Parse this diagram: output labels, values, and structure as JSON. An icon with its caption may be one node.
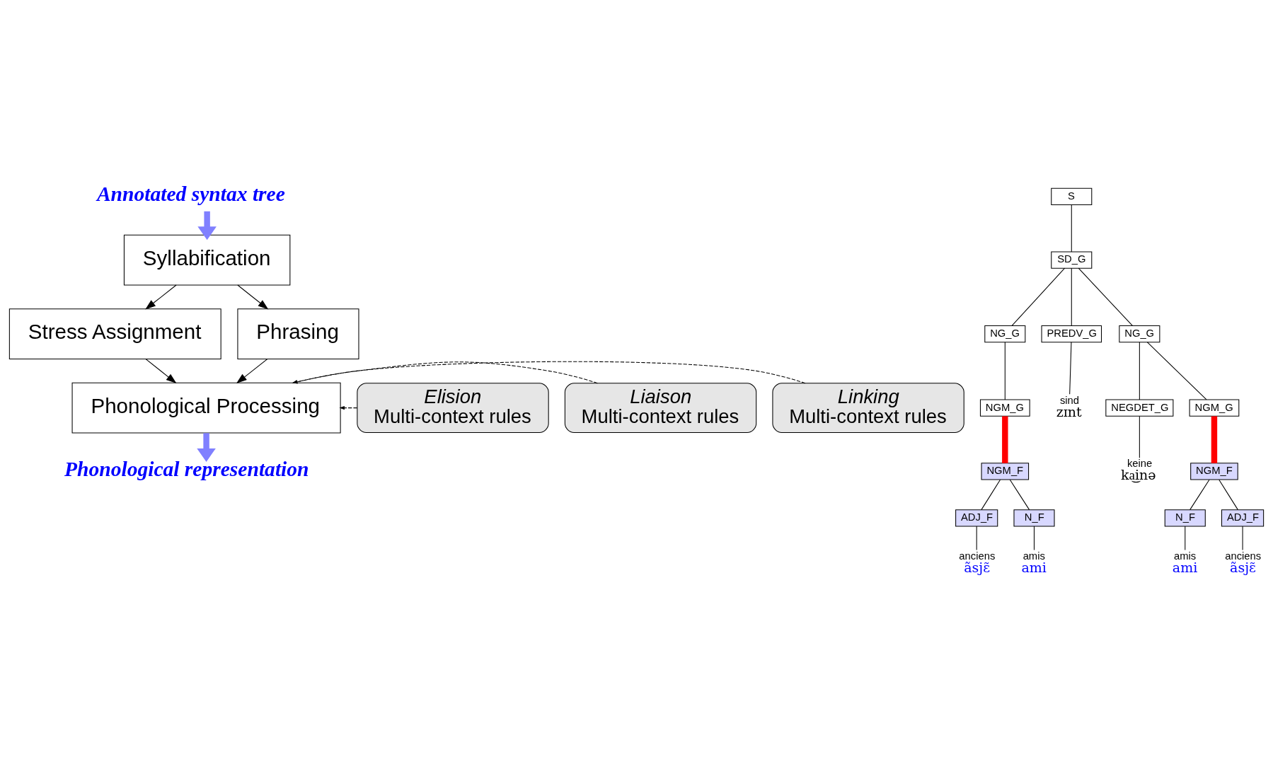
{
  "diagram": {
    "nodes": [
      {
        "text": [
          "Annotated syntax tree"
        ]
      },
      {
        "text": [
          "Syllabification"
        ]
      },
      {
        "text": [
          "Stress Assignment"
        ]
      },
      {
        "text": [
          "Phrasing"
        ]
      },
      {
        "text": [
          "Phonological Processing"
        ]
      },
      {
        "text": [
          "Phonological representation"
        ]
      },
      {
        "text": [
          "Elision",
          "Multi-context rules"
        ]
      },
      {
        "text": [
          "Liaison",
          "Multi-context rules"
        ]
      },
      {
        "text": [
          "Linking",
          "Multi-context rules"
        ]
      },
      {
        "text": [
          "S"
        ]
      },
      {
        "text": [
          "SD_G"
        ]
      },
      {
        "text": [
          "NG_G"
        ]
      },
      {
        "text": [
          "NGM_G"
        ]
      },
      {
        "text": [
          "NGM_F"
        ]
      },
      {
        "text": [
          "ADJ_F"
        ]
      },
      {
        "text": [
          "N_F"
        ]
      },
      {
        "text": [
          "PREDV_G"
        ]
      },
      {
        "text": [
          "NG_G"
        ]
      },
      {
        "text": [
          "NEGDET_G"
        ]
      },
      {
        "text": [
          "NGM_G"
        ]
      },
      {
        "text": [
          "NGM_F"
        ]
      },
      {
        "text": [
          "N_F"
        ]
      },
      {
        "text": [
          "ADJ_F"
        ]
      },
      {
        "text": [
          "anciens",
          "ãsjɛ̃"
        ]
      },
      {
        "text": [
          "amis",
          "ami"
        ]
      },
      {
        "text": [
          "sind",
          "zɪnt"
        ]
      },
      {
        "text": [
          "keine",
          "ka͜inə"
        ]
      },
      {
        "text": [
          "amis",
          "ami"
        ]
      },
      {
        "text": [
          "anciens",
          "ãsjɛ̃"
        ]
      }
    ],
    "edges": [
      {
        "from": 0,
        "to": 1,
        "arrow": "to",
        "style": "thick",
        "color": "#8080ff"
      },
      {
        "from": 1,
        "to": 2,
        "arrow": "to"
      },
      {
        "from": 1,
        "to": 3,
        "arrow": "to"
      },
      {
        "from": 2,
        "to": 4,
        "arrow": "to"
      },
      {
        "from": 3,
        "to": 4,
        "arrow": "to"
      },
      {
        "from": 4,
        "to": 5,
        "arrow": "to",
        "style": "thick",
        "color": "#8080ff"
      },
      {
        "from": 6,
        "to": 4,
        "arrow": "to",
        "style": "dashed"
      },
      {
        "from": 7,
        "to": 4,
        "arrow": "to",
        "style": "dashed"
      },
      {
        "from": 8,
        "to": 4,
        "arrow": "to",
        "style": "dashed"
      },
      {
        "from": 9,
        "to": 10,
        "arrow": "none"
      },
      {
        "from": 10,
        "to": 11,
        "arrow": "none"
      },
      {
        "from": 10,
        "to": 16,
        "arrow": "none"
      },
      {
        "from": 10,
        "to": 17,
        "arrow": "none"
      },
      {
        "from": 11,
        "to": 12,
        "arrow": "none"
      },
      {
        "from": 12,
        "to": 13,
        "arrow": "none",
        "style": "thick",
        "color": "#ff0000"
      },
      {
        "from": 13,
        "to": 14,
        "arrow": "none"
      },
      {
        "from": 13,
        "to": 15,
        "arrow": "none"
      },
      {
        "from": 17,
        "to": 18,
        "arrow": "none"
      },
      {
        "from": 17,
        "to": 19,
        "arrow": "none"
      },
      {
        "from": 19,
        "to": 20,
        "arrow": "none",
        "style": "thick",
        "color": "#ff0000"
      },
      {
        "from": 20,
        "to": 21,
        "arrow": "none"
      },
      {
        "from": 20,
        "to": 22,
        "arrow": "none"
      },
      {
        "from": 14,
        "to": 23,
        "arrow": "none"
      },
      {
        "from": 15,
        "to": 24,
        "arrow": "none"
      },
      {
        "from": 16,
        "to": 25,
        "arrow": "none"
      },
      {
        "from": 18,
        "to": 26,
        "arrow": "none"
      },
      {
        "from": 21,
        "to": 27,
        "arrow": "none"
      },
      {
        "from": 22,
        "to": 28,
        "arrow": "none"
      }
    ]
  }
}
